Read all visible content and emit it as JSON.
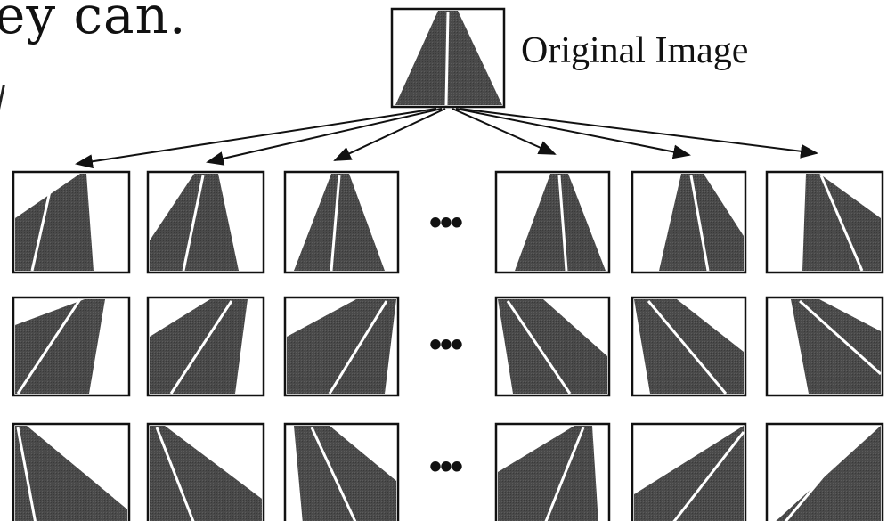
{
  "slide": {
    "top_text": "ey can."
  },
  "diagram": {
    "original_label": "Original Image",
    "ellipsis": "•••",
    "rows": 3,
    "columns_per_side": 3,
    "road_fill_color": "#4a4a4a",
    "frame_color": "#111111",
    "background_color": "#ffffff"
  }
}
